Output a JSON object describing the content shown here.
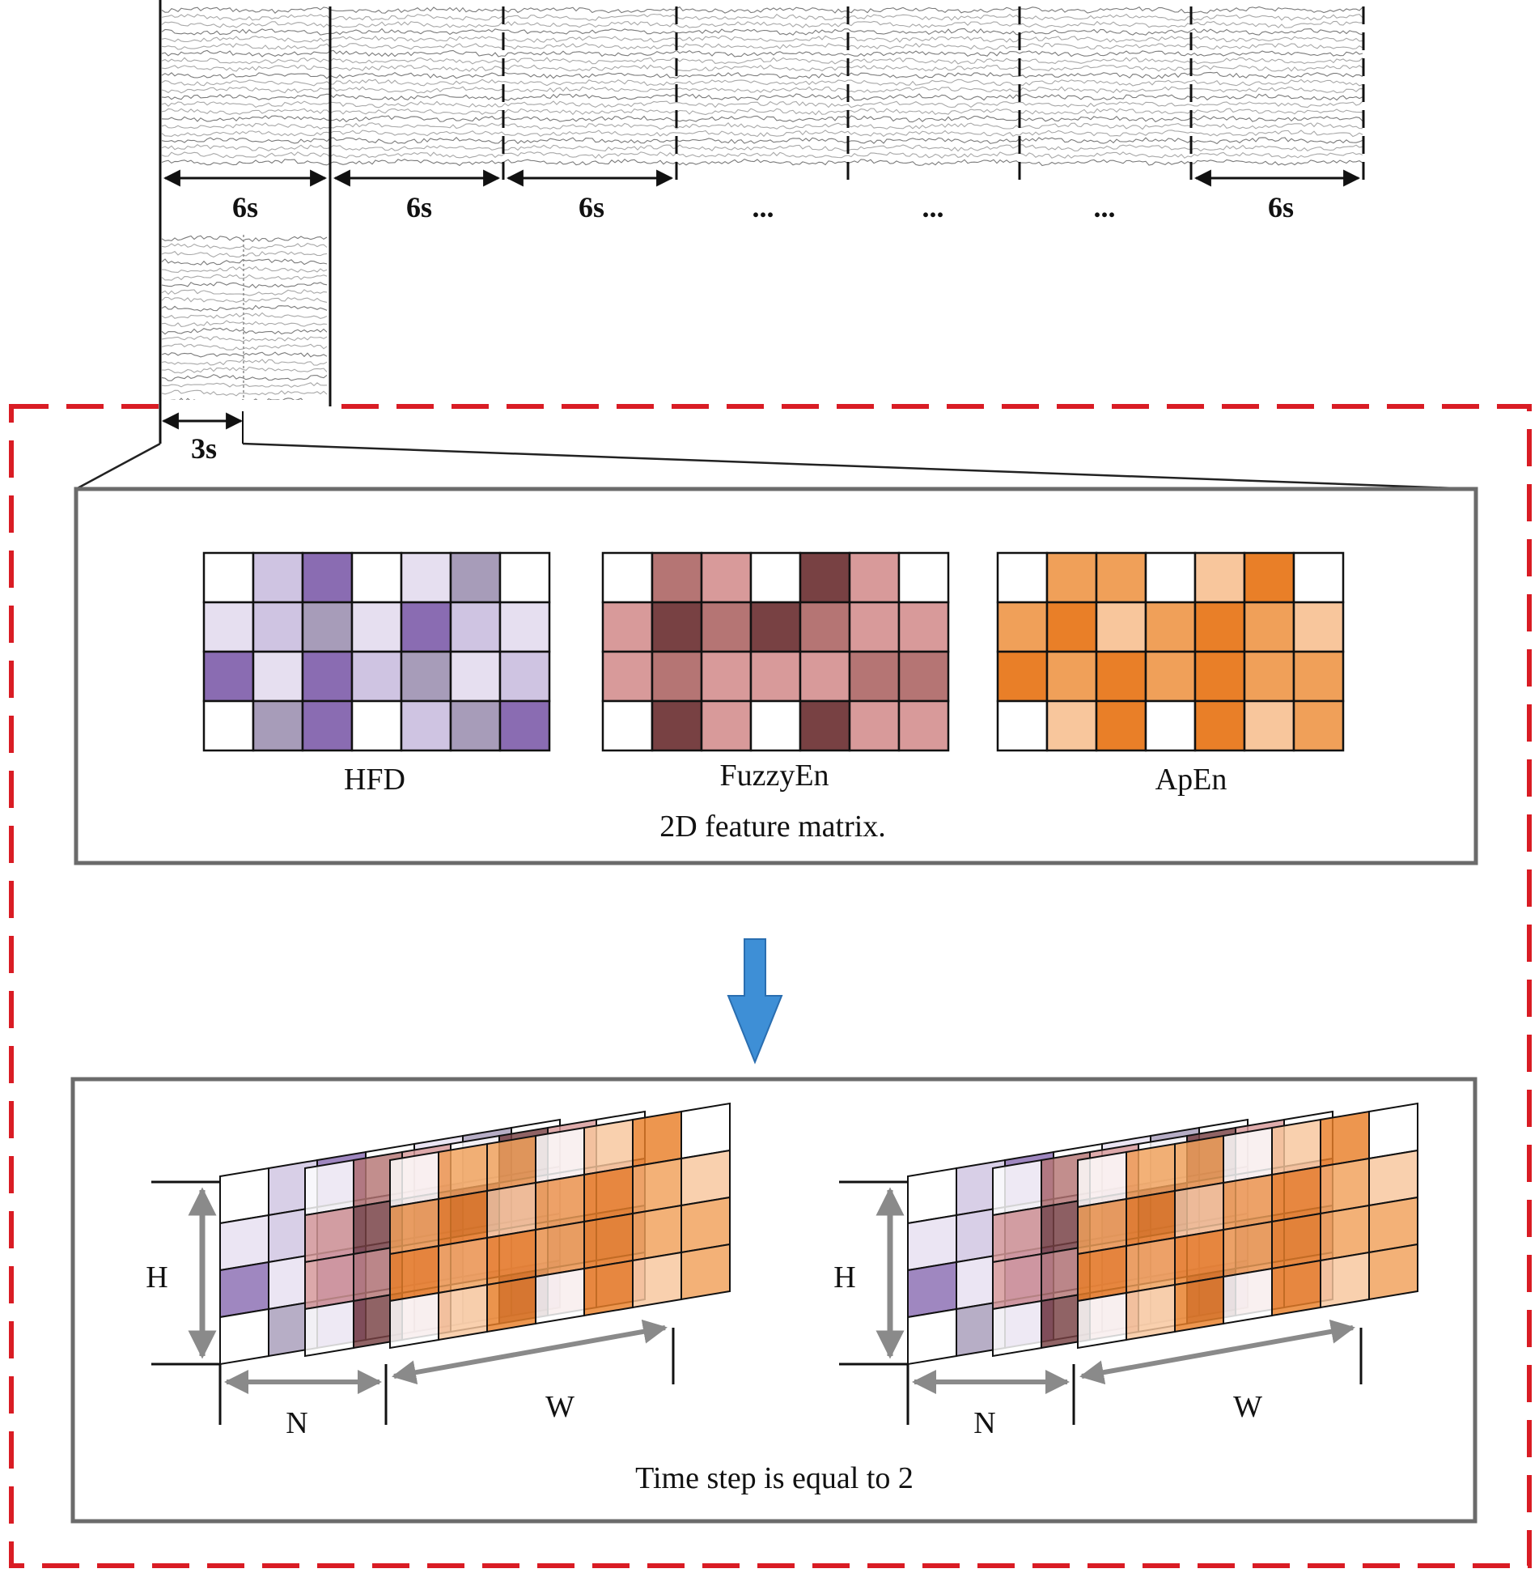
{
  "segments": [
    {
      "label": "6s"
    },
    {
      "label": "6s"
    },
    {
      "label": "6s"
    },
    {
      "label": "..."
    },
    {
      "label": "..."
    },
    {
      "label": "..."
    },
    {
      "label": "6s"
    }
  ],
  "window_label": "3s",
  "matrices": [
    {
      "label": "HFD",
      "palette": [
        "#ffffff",
        "#e6dff0",
        "#cfc4e2",
        "#a79cb9",
        "#8a6cb2"
      ],
      "grid": [
        [
          0,
          2,
          4,
          0,
          1,
          3,
          0
        ],
        [
          1,
          2,
          3,
          1,
          4,
          2,
          1
        ],
        [
          4,
          1,
          4,
          2,
          3,
          1,
          2
        ],
        [
          0,
          3,
          4,
          0,
          2,
          3,
          4
        ]
      ]
    },
    {
      "label": "FuzzyEn",
      "palette": [
        "#ffffff",
        "#d89a9a",
        "#b57574",
        "#784143"
      ],
      "grid": [
        [
          0,
          2,
          1,
          0,
          3,
          1,
          0
        ],
        [
          1,
          3,
          2,
          3,
          2,
          1,
          1
        ],
        [
          1,
          2,
          1,
          1,
          1,
          2,
          2
        ],
        [
          0,
          3,
          1,
          0,
          3,
          1,
          1
        ]
      ]
    },
    {
      "label": "ApEn",
      "palette": [
        "#ffffff",
        "#f8c69c",
        "#f0a059",
        "#e97f28"
      ],
      "grid": [
        [
          0,
          2,
          2,
          0,
          1,
          3,
          0
        ],
        [
          2,
          3,
          1,
          2,
          3,
          2,
          1
        ],
        [
          3,
          2,
          3,
          2,
          3,
          2,
          2
        ],
        [
          0,
          1,
          3,
          0,
          3,
          1,
          2
        ]
      ]
    }
  ],
  "feature_caption": "2D feature matrix.",
  "time_step_caption": "Time step is equal to 2",
  "stack_labels": {
    "h": "H",
    "n": "N",
    "w": "W"
  },
  "colors": {
    "dashed_border": "#d91c24",
    "panel_border": "#6b6b6b",
    "arrow_blue": "#3e8fd6",
    "dimension_arrow": "#8a8a8a"
  }
}
